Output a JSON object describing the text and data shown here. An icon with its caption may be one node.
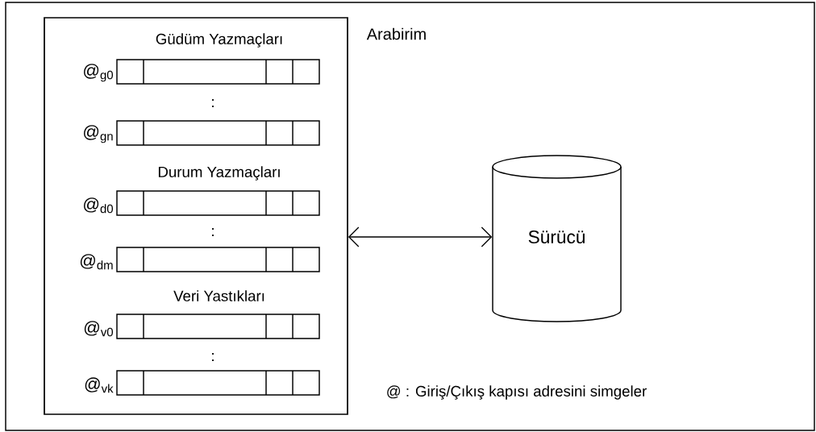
{
  "diagram": {
    "nodes": [
      {
        "text": [
          "Arabirim"
        ]
      },
      {
        "text": [],
        "shape": "box",
        "in": 0,
        "beside": [
          "@$_{g0}$"
        ]
      },
      {
        "text": [],
        "shape": "box",
        "in": 0,
        "beside": [
          "@$_{gn}$"
        ]
      },
      {
        "text": [],
        "shape": "box",
        "in": 0,
        "beside": [
          "@$_{d0}$"
        ]
      },
      {
        "text": [],
        "shape": "box",
        "in": 0,
        "beside": [
          "@$_{dm}$"
        ]
      },
      {
        "text": [],
        "shape": "box",
        "in": 0,
        "beside": [
          "@$_{v0}$"
        ]
      },
      {
        "text": [],
        "shape": "box",
        "in": 0,
        "beside": [
          "@$_{vk}$"
        ]
      },
      {
        "text": [
          "Sürücü"
        ]
      }
    ],
    "edges": [
      {
        "from": 0,
        "to": 7,
        "arrow": "both"
      }
    ],
    "labels": [
      "Güdüm Yazmaçları",
      ":",
      "Durum Yazmaçları",
      ":",
      "Veri Yastıkları",
      ":",
      "@ : Giriş/Çıkış kapısı adresini simgeler"
    ]
  }
}
